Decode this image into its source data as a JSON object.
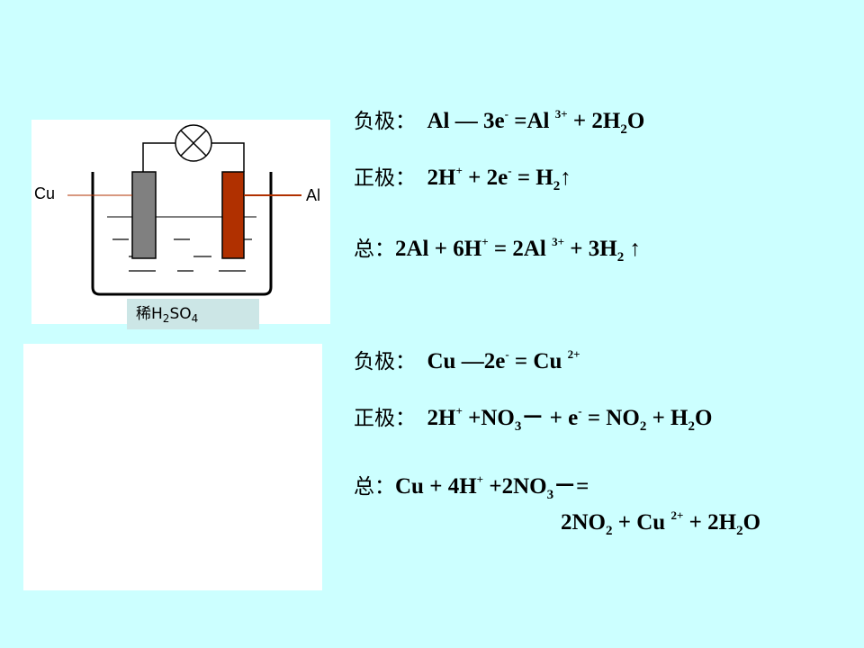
{
  "labels": {
    "cu": "Cu",
    "al": "Al",
    "acid_prefix": "稀",
    "acid_h": "H",
    "acid_h_sub": "2",
    "acid_so": "SO",
    "acid_so_sub": "4"
  },
  "equations": {
    "eq1": {
      "label": "负极：",
      "p1": "Al — 3e",
      "p2": "-",
      "p3": " =Al ",
      "p4": "3+",
      "p5": " + 2H",
      "p6": "2",
      "p7": "O"
    },
    "eq2": {
      "label": "正极：",
      "p1": "2H",
      "p2": "+",
      "p3": " + 2e",
      "p4": "-",
      "p5": " = H",
      "p6": "2",
      "p7": "↑"
    },
    "eq3": {
      "label": "总：",
      "p1": "2Al + 6H",
      "p2": "+",
      "p3": "  =  2Al ",
      "p4": "3+",
      "p5": "  +  3H",
      "p6": "2",
      "p7": " ↑"
    },
    "eq4": {
      "label": "负极：",
      "p1": "Cu —2e",
      "p2": "-",
      "p3": " = Cu ",
      "p4": "2+"
    },
    "eq5": {
      "label": "正极：",
      "p1": "2H",
      "p2": "+",
      "p3": " +NO",
      "p4": "3",
      "p5": "－ +  e",
      "p6": "-",
      "p7": " = NO",
      "p8": "2",
      "p9": " + H",
      "p10": "2",
      "p11": "O"
    },
    "eq6": {
      "label": "总：",
      "p1": "Cu + 4H",
      "p2": "+",
      "p3": " +2NO",
      "p4": "3",
      "p5": "－="
    },
    "eq7": {
      "p1": "2NO",
      "p2": "2",
      "p3": " +  Cu ",
      "p4": "2+",
      "p5": " + 2H",
      "p6": "2",
      "p7": "O"
    }
  },
  "colors": {
    "background": "#ccffff",
    "cu_electrode": "#808080",
    "al_electrode": "#b03000",
    "acid_label_bg": "#cce6e6"
  }
}
